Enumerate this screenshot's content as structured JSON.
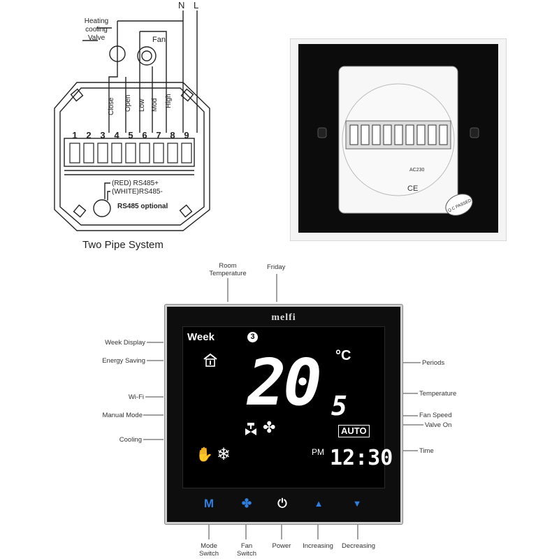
{
  "wiring": {
    "top_labels": {
      "n": "N",
      "l": "L",
      "fan": "Fan"
    },
    "valve_label": [
      "Heating",
      "cooling",
      "Valve"
    ],
    "terminal_functions": [
      "Close",
      "Open",
      "Low",
      "Mod",
      "High"
    ],
    "terminal_numbers": [
      "1",
      "2",
      "3",
      "4",
      "5",
      "6",
      "7",
      "8",
      "9"
    ],
    "rs485_red": "(RED) RS485+",
    "rs485_white": "(WHITE)RS485-",
    "rs485_optional": "RS485 optional",
    "caption": "Two Pipe System"
  },
  "back_panel": {
    "label_passed": "Q.C PASSED",
    "label_ce": "CE",
    "label_ac": "AC230"
  },
  "thermostat": {
    "brand": "melfi",
    "week_label": "Week",
    "week_number": "3",
    "temp_main": "20",
    "temp_decimal": "5",
    "temp_unit": "°C",
    "mode_badge": "AUTO",
    "ampm": "PM",
    "time": "12:30",
    "buttons": {
      "mode": "M",
      "fan": "✤",
      "power": "⏻",
      "up": "▲",
      "down": "▼"
    }
  },
  "callouts": {
    "room_temperature": [
      "Room",
      "Temperature"
    ],
    "friday": "Friday",
    "week_display": "Week Display",
    "energy_saving": "Energy Saving",
    "wifi": "Wi-Fi",
    "manual_mode": "Manual Mode",
    "cooling": "Cooling",
    "periods": "Periods",
    "temperature": "Temperature",
    "fan_speed": "Fan Speed",
    "valve_on": "Valve On",
    "time": "Time",
    "mode_switch": [
      "Mode",
      "Switch"
    ],
    "fan_switch": [
      "Fan",
      "Switch"
    ],
    "power": "Power",
    "increasing": "Increasing",
    "decreasing": "Decreasing"
  }
}
